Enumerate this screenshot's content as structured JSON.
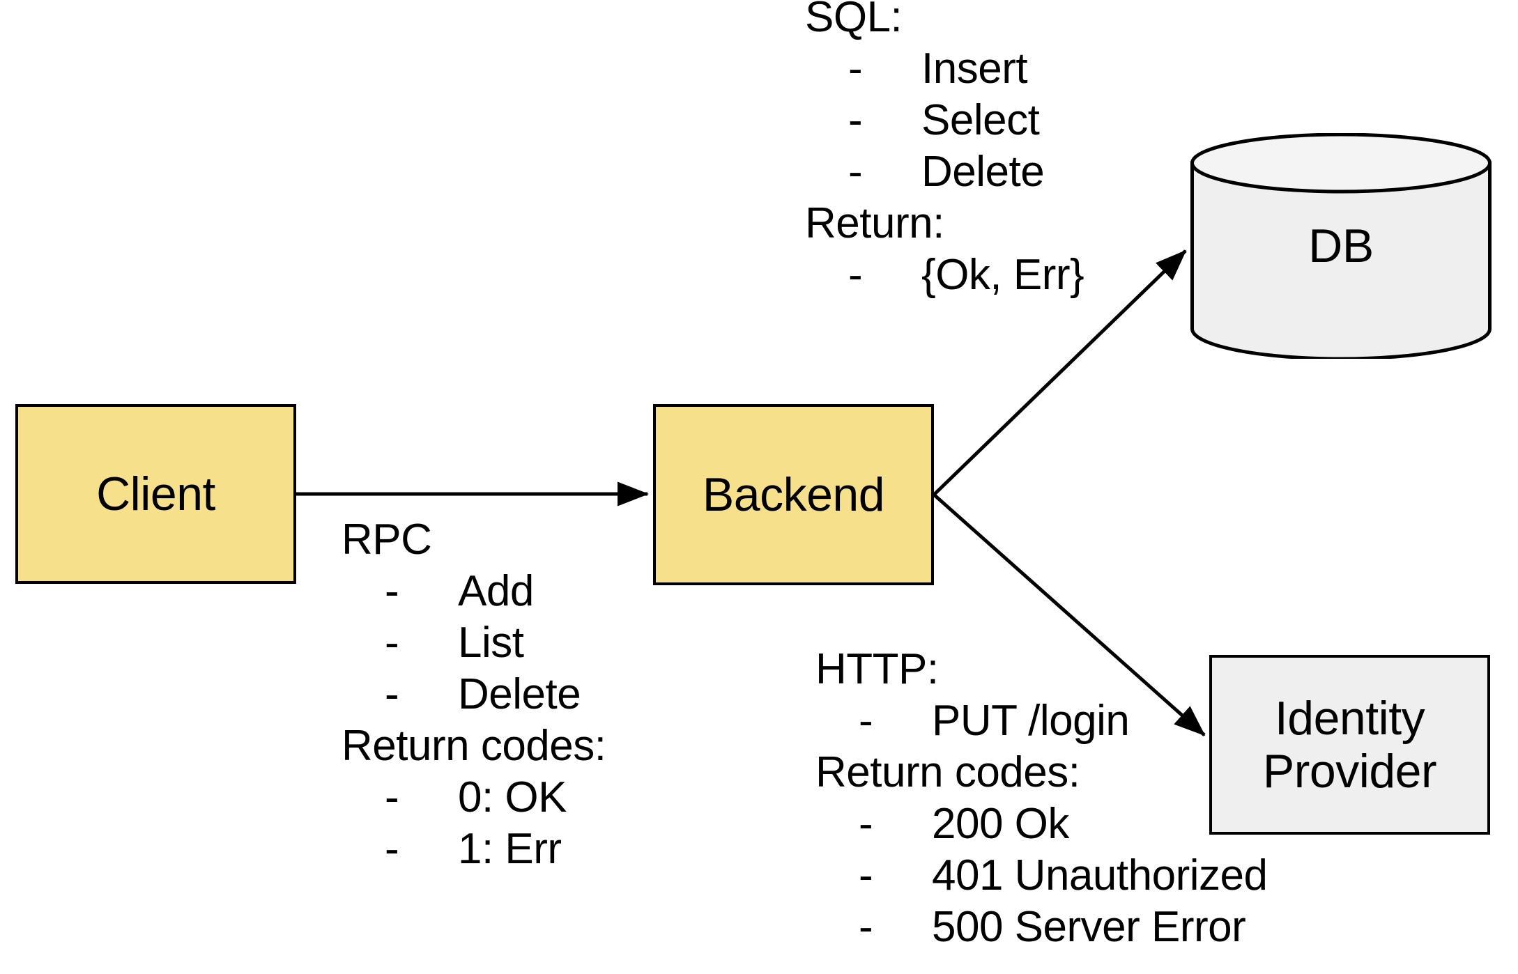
{
  "diagram": {
    "title": "Client / Backend / DB / Identity Provider architecture",
    "colors": {
      "service_fill": "#F6E08C",
      "store_fill": "#EFEFEF",
      "stroke": "#000000",
      "background": "#FFFFFF",
      "text": "#000000"
    },
    "nodes": [
      {
        "id": "client",
        "label": "Client",
        "shape": "rectangle",
        "fill": "#F6E08C"
      },
      {
        "id": "backend",
        "label": "Backend",
        "shape": "rectangle",
        "fill": "#F6E08C"
      },
      {
        "id": "db",
        "label": "DB",
        "shape": "cylinder",
        "fill": "#EFEFEF"
      },
      {
        "id": "idp",
        "label_line1": "Identity",
        "label_line2": "Provider",
        "shape": "rectangle",
        "fill": "#EFEFEF"
      }
    ],
    "edges": [
      {
        "id": "client-to-backend",
        "from": "client",
        "to": "backend",
        "arrow": "end",
        "annotation": "rpc"
      },
      {
        "id": "backend-to-db",
        "from": "backend",
        "to": "db",
        "arrow": "end",
        "annotation": "sql"
      },
      {
        "id": "backend-to-idp",
        "from": "backend",
        "to": "idp",
        "arrow": "end",
        "annotation": "http"
      }
    ],
    "annotations": {
      "sql": {
        "header": "SQL:",
        "items": [
          "Insert",
          "Select",
          "Delete"
        ],
        "return_header": "Return:",
        "return_items": [
          "{Ok, Err}"
        ],
        "dash": "-"
      },
      "rpc": {
        "header": "RPC",
        "items": [
          "Add",
          "List",
          "Delete"
        ],
        "return_header": "Return codes:",
        "return_items": [
          "0: OK",
          "1: Err"
        ],
        "dash": "-"
      },
      "http": {
        "header": "HTTP:",
        "items": [
          "PUT /login"
        ],
        "return_header": "Return codes:",
        "return_items": [
          "200 Ok",
          "401 Unauthorized",
          "500 Server Error"
        ],
        "dash": "-"
      }
    }
  }
}
